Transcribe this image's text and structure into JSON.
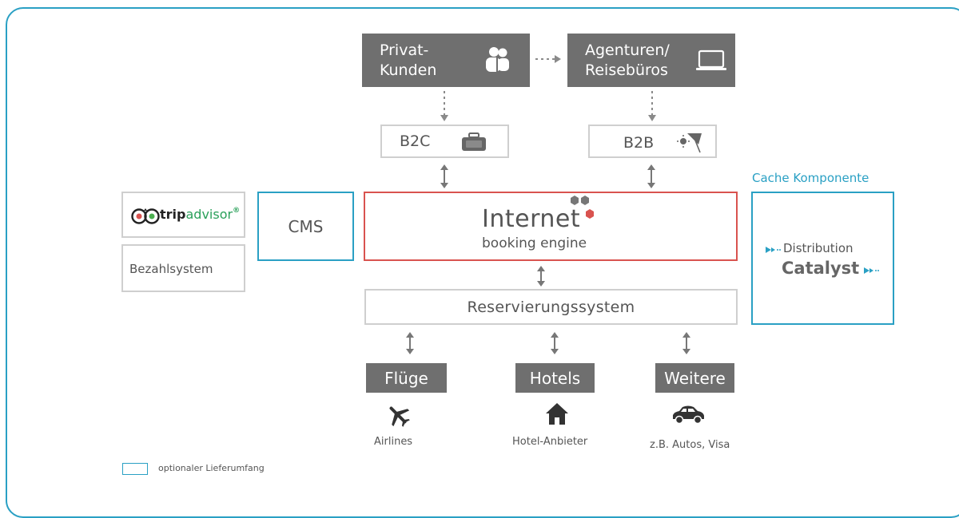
{
  "customers": {
    "private_line1": "Privat-",
    "private_line2": "Kunden",
    "agency_line1": "Agenturen/",
    "agency_line2": "Reisebüros"
  },
  "channels": {
    "b2c": "B2C",
    "b2b": "B2B"
  },
  "cms": "CMS",
  "engine": {
    "title": "Internet",
    "subtitle": "booking engine"
  },
  "cache": {
    "label": "Cache Komponente",
    "distribution": "Distribution",
    "catalyst": "Catalyst"
  },
  "left": {
    "tripadvisor_trip": "trip",
    "tripadvisor_advisor": "advisor",
    "payment": "Bezahlsystem"
  },
  "reservation": "Reservierungssystem",
  "suppliers": {
    "flights": "Flüge",
    "hotels": "Hotels",
    "other": "Weitere",
    "flights_sub": "Airlines",
    "hotels_sub": "Hotel-Anbieter",
    "other_sub": "z.B. Autos, Visa"
  },
  "legend": "optionaler Lieferumfang",
  "colors": {
    "accent_blue": "#2aa0c4",
    "engine_red": "#d9534f",
    "dark_box": "#6f6f6f"
  }
}
